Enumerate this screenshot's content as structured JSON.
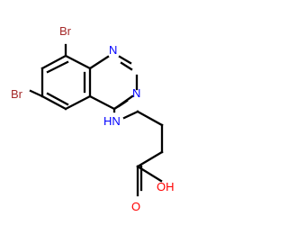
{
  "molecule": {
    "atoms": {
      "br_top": "Br",
      "br_left": "Br",
      "n1": "N",
      "n3": "N",
      "nh": "HN",
      "o": "O",
      "oh": "OH"
    },
    "colors": {
      "bond": "#000000",
      "bromine": "#a52a2a",
      "nitrogen": "#0000ff",
      "oxygen": "#ff0000"
    }
  }
}
